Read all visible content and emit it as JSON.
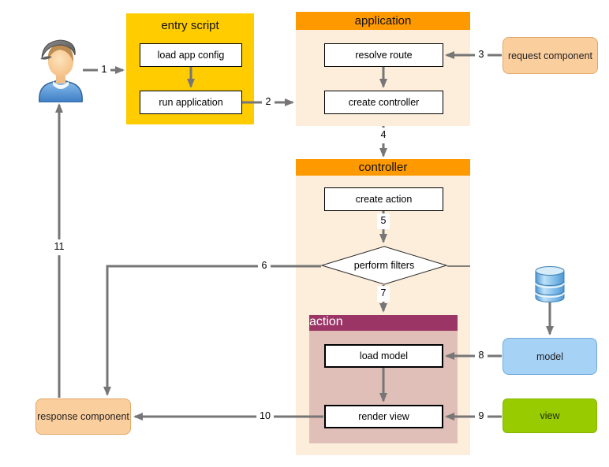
{
  "colors": {
    "bg": "#ffffff",
    "entry-yellow": "#FFCC00",
    "header-orange": "#FF9900",
    "container-cream": "#FCEEDA",
    "action-maroon": "#9B3566",
    "action-pink": "#E0BFB8",
    "component-peach": "#FBCE9E",
    "component-peach-border": "#DFA968",
    "model-blue": "#A6D2F6",
    "model-blue-border": "#74AADC",
    "view-green": "#99CC00",
    "view-green-border": "#84B400",
    "arrow-gray": "#767676"
  },
  "nodes": {
    "entry_script": {
      "title": "entry script",
      "steps": [
        "load app config",
        "run application"
      ]
    },
    "application": {
      "title": "application",
      "steps": [
        "resolve route",
        "create controller"
      ]
    },
    "request_component": {
      "label": "request component"
    },
    "controller": {
      "title": "controller",
      "create_action": "create action",
      "perform_filters": "perform filters"
    },
    "action": {
      "title": "action",
      "steps": [
        "load model",
        "render view"
      ]
    },
    "model": {
      "label": "model"
    },
    "view": {
      "label": "view"
    },
    "response_component": {
      "label": "response component"
    },
    "user": {
      "icon": "user-person-icon"
    },
    "database": {
      "icon": "database-cylinder-icon"
    }
  },
  "arrow_labels": [
    "1",
    "2",
    "3",
    "4",
    "5",
    "6",
    "7",
    "8",
    "9",
    "10",
    "11"
  ]
}
